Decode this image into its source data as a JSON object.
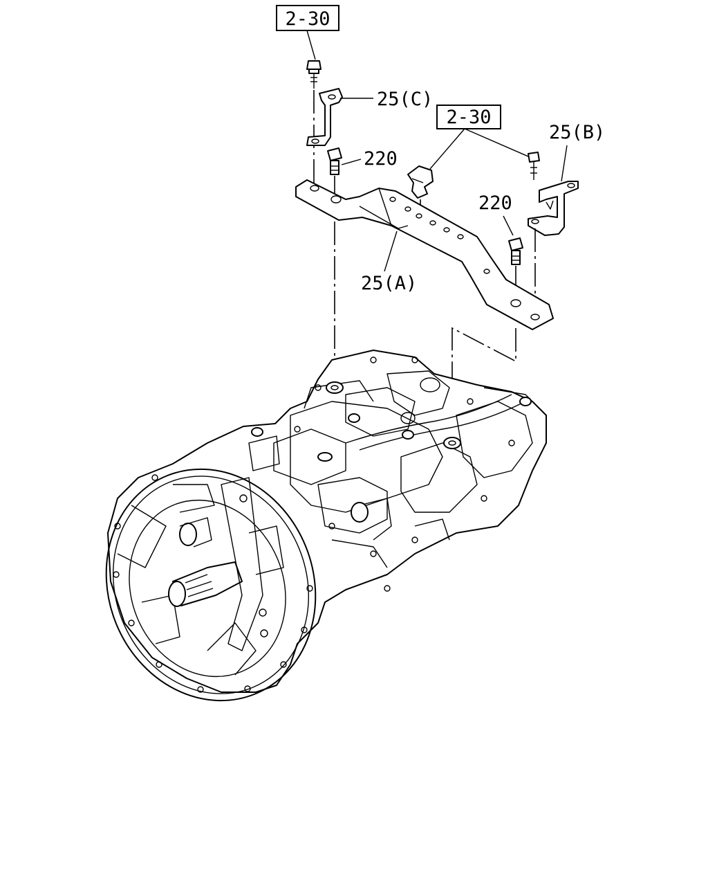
{
  "diagram": {
    "callouts": {
      "ref_top": "2-30",
      "ref_mid": "2-30",
      "bracket_c": "25(C)",
      "bracket_b": "25(B)",
      "bracket_a": "25(A)",
      "bolt_left": "220",
      "bolt_right": "220"
    },
    "parts": [
      "transmission-assembly",
      "bracket-25a",
      "bracket-25b",
      "bracket-25c",
      "bolt-220",
      "bolt-2-30",
      "clip-2-30"
    ]
  }
}
